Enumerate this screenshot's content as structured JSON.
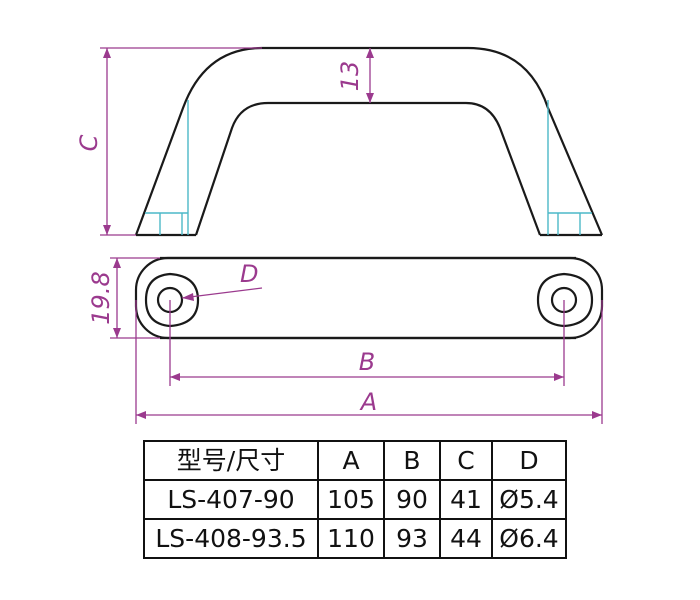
{
  "colors": {
    "outline": "#1a1a1a",
    "dimension": "#9b3a8e",
    "hidden": "#4cb8c8"
  },
  "dimensions": {
    "thickness": "13",
    "height": "C",
    "width": "19.8",
    "hole": "D",
    "center": "B",
    "overall": "A"
  },
  "table": {
    "headers": [
      "型号/尺寸",
      "A",
      "B",
      "C",
      "D"
    ],
    "rows": [
      [
        "LS-407-90",
        "105",
        "90",
        "41",
        "Ø5.4"
      ],
      [
        "LS-408-93.5",
        "110",
        "93",
        "44",
        "Ø6.4"
      ]
    ]
  }
}
